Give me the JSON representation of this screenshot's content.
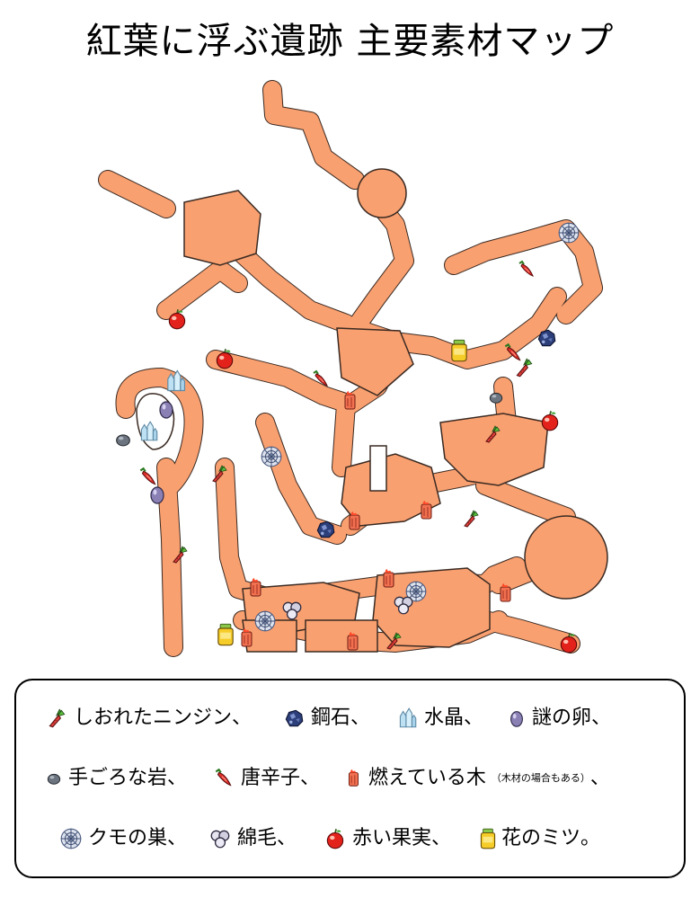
{
  "title": "紅葉に浮ぶ遺跡 主要素材マップ",
  "colors": {
    "path": "#f9a070",
    "outline": "#3a2a22",
    "border": "#000000"
  },
  "legend": {
    "wilted_carrot": {
      "icon": "wilted-carrot-icon",
      "label": "しおれたニンジン",
      "sep": "、"
    },
    "iron_ore": {
      "icon": "iron-ore-icon",
      "label": "鋼石",
      "sep": "、"
    },
    "crystal": {
      "icon": "crystal-icon",
      "label": "水晶",
      "sep": "、"
    },
    "mystery_egg": {
      "icon": "mystery-egg-icon",
      "label": "謎の卵",
      "sep": "、"
    },
    "handy_rock": {
      "icon": "handy-rock-icon",
      "label": "手ごろな岩",
      "sep": "、"
    },
    "chili": {
      "icon": "chili-pepper-icon",
      "label": "唐辛子",
      "sep": "、"
    },
    "burning_wood": {
      "icon": "burning-wood-icon",
      "label": "燃えている木",
      "note": "（木材の場合もある）",
      "sep": "、"
    },
    "spider_web": {
      "icon": "spider-web-icon",
      "label": "クモの巣",
      "sep": "、"
    },
    "cotton": {
      "icon": "cotton-icon",
      "label": "綿毛",
      "sep": "、"
    },
    "red_fruit": {
      "icon": "red-fruit-icon",
      "label": "赤い果実",
      "sep": "、"
    },
    "honey": {
      "icon": "flower-honey-icon",
      "label": "花のミツ",
      "sep": "。"
    }
  }
}
